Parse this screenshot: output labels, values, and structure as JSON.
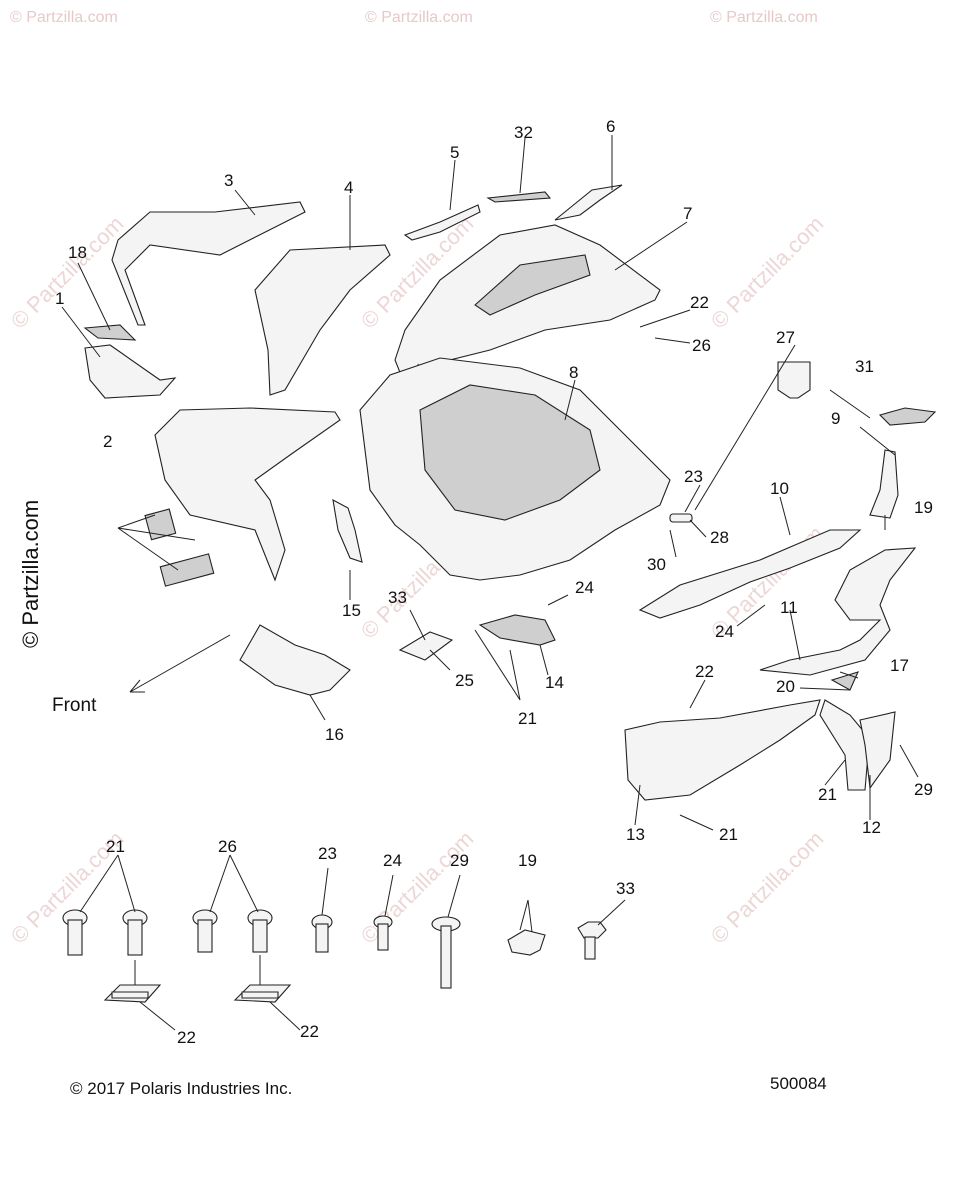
{
  "watermark": "© Partzilla.com",
  "copyright_side": "© Partzilla.com",
  "front_label": "Front",
  "footer": {
    "copyright": "© 2017 Polaris Industries Inc.",
    "diagram_number": "500084"
  },
  "callouts": {
    "c1": "1",
    "c2": "2",
    "c3": "3",
    "c4": "4",
    "c5": "5",
    "c6": "6",
    "c7": "7",
    "c8": "8",
    "c9": "9",
    "c10": "10",
    "c11": "11",
    "c12": "12",
    "c13": "13",
    "c14": "14",
    "c15": "15",
    "c16": "16",
    "c17": "17",
    "c18": "18",
    "c19a": "19",
    "c20": "20",
    "c21a": "21",
    "c21b": "21",
    "c21c": "21",
    "c22a": "22",
    "c22b": "22",
    "c23a": "23",
    "c24a": "24",
    "c24b": "24",
    "c25": "25",
    "c26a": "26",
    "c27": "27",
    "c28": "28",
    "c29a": "29",
    "c30": "30",
    "c31": "31",
    "c32": "32",
    "c33a": "33",
    "h21": "21",
    "h26": "26",
    "h23": "23",
    "h24": "24",
    "h29": "29",
    "h19": "19",
    "h33": "33",
    "h22a": "22",
    "h22b": "22"
  }
}
